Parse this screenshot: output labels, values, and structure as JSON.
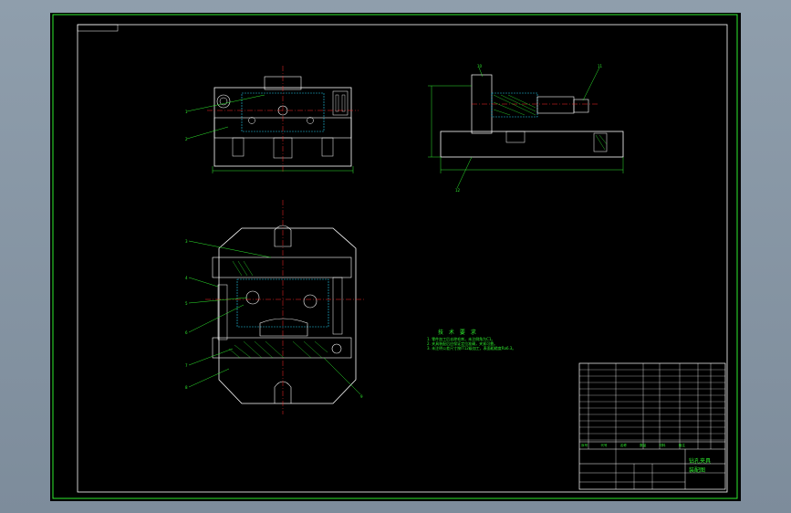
{
  "technical_requirements": {
    "title": "技 术 要 求",
    "items": [
      "1. 零件加工后去除毛刺，未注倒角为C1。",
      "2. 夹具装配后应保证定位准确，夹紧可靠。",
      "3. 未注明公差尺寸按IT12级加工，表面粗糙度Ra6.3。"
    ]
  },
  "title_block": {
    "drawing_title": "钻孔夹具",
    "drawing_subtitle": "装配图",
    "parts_header": [
      "序号",
      "代号",
      "名称",
      "数量",
      "材料",
      "备注"
    ]
  },
  "part_labels": [
    "1",
    "2",
    "3",
    "4",
    "5",
    "6",
    "7",
    "8",
    "9",
    "10",
    "11",
    "12"
  ],
  "colors": {
    "outline": "#ffffff",
    "frame": "#2eea2e",
    "centerline": "#ff2a2a",
    "hidden": "#20c8e8",
    "hatch": "#2eea2e",
    "leader": "#2eea2e"
  }
}
